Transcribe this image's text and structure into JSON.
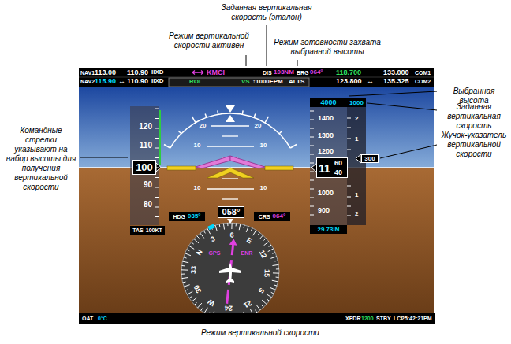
{
  "diagram": {
    "caption": "Режим вертикальной скорости",
    "nodes": [
      {
        "text": [
          "100"
        ]
      },
      {
        "text": [
          "11",
          "60",
          "40"
        ]
      },
      {
        "text": [
          "4000"
        ]
      },
      {
        "text": [
          "1000"
        ]
      },
      {
        "text": [
          "300"
        ]
      },
      {
        "text": [
          "HDG",
          "035°"
        ]
      },
      {
        "text": [
          "058°"
        ]
      },
      {
        "text": [
          "CRS",
          "064°"
        ]
      },
      {
        "text": [
          "TAS",
          "100KT"
        ]
      },
      {
        "text": [
          "29.73IN"
        ]
      }
    ],
    "labels": [
      "NAV1",
      "113.00",
      "110.90",
      "IIXD",
      "KMCI",
      "DIS",
      "103NM",
      "BRG",
      "064°",
      "118.700",
      "133.000",
      "COM1",
      "NAV2",
      "115.90",
      "↔",
      "110.90",
      "IIXD",
      "ROL",
      "VS",
      "↑1000FPM",
      "ALTS",
      "123.800",
      "↔",
      "135.325",
      "COM2",
      "20",
      "20",
      "10",
      "10",
      "10",
      "10",
      "120",
      "110",
      "90",
      "80",
      "1400",
      "1300",
      "1200",
      "1000",
      "900",
      "2",
      "1",
      "1",
      "2",
      "N",
      "3",
      "6",
      "E",
      "12",
      "15",
      "S",
      "21",
      "24",
      "W",
      "30",
      "33",
      "GPS",
      "ENR",
      "OAT",
      "0°C",
      "XPDR",
      "1200",
      "STBY",
      "LCL",
      "25:42:21PM",
      "Заданная вертикальная скорость (эталон)",
      "Режим вертикальной скорости активен",
      "Режим готовности захвата выбранной высоты",
      "Выбранная высота",
      "Заданная вертикальная скорость",
      "Жучок-указатель вертикальной скорости",
      "Командные стрелки указывают на набор высоты для получения вертикальной скорости"
    ]
  }
}
